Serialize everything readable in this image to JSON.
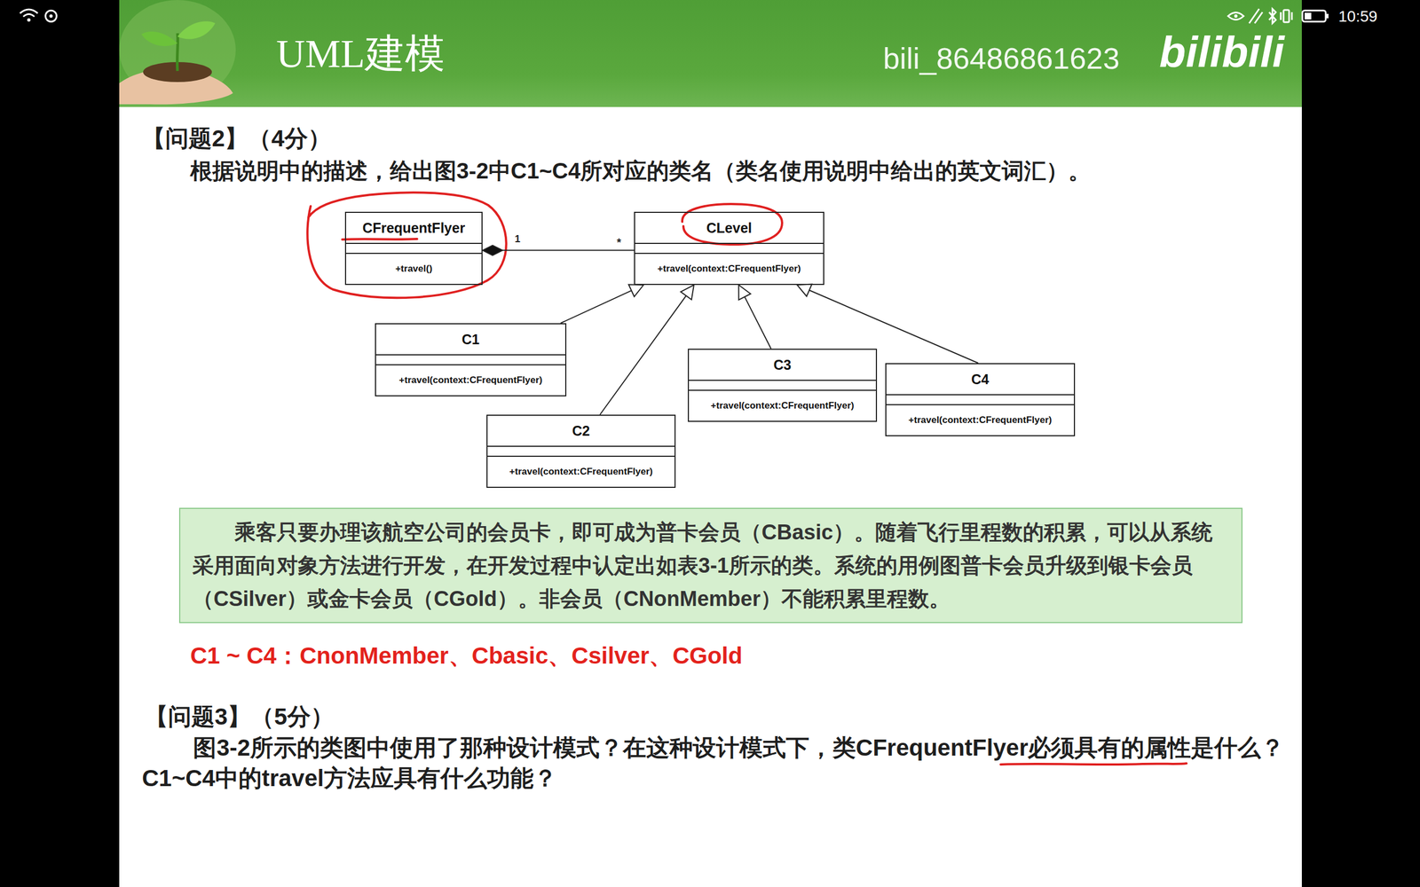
{
  "diagram": {
    "nodes": [
      {
        "text": [
          "UML建模"
        ]
      },
      {
        "text": [
          "CFrequentFlyer",
          "+travel()"
        ]
      },
      {
        "text": [
          "CLevel",
          "+travel(context:CFrequentFlyer)"
        ]
      },
      {
        "text": [
          "C1",
          "+travel(context:CFrequentFlyer)"
        ]
      },
      {
        "text": [
          "C2",
          "+travel(context:CFrequentFlyer)"
        ]
      },
      {
        "text": [
          "C3",
          "+travel(context:CFrequentFlyer)"
        ]
      },
      {
        "text": [
          "C4",
          "+travel(context:CFrequentFlyer)"
        ]
      },
      {
        "text": [
          "乘客只要办理该航空公司的会员卡，即可成为普卡会员（CBasic）。随着飞行里程数的积累，可以从系统采用面向对象方法进行开发，在开发过程中认定出如表3-1所示的类。系统的用例图普卡会员升级到银卡会员（CSilver）或金卡会员（CGold）。非会员（CNonMember）不能积累里程数。"
        ]
      }
    ],
    "edges": [
      {
        "from": 2,
        "to": 1,
        "arrow": "to"
      },
      {
        "from": 3,
        "to": 2,
        "arrow": "to"
      },
      {
        "from": 4,
        "to": 2,
        "arrow": "to"
      },
      {
        "from": 5,
        "to": 2,
        "arrow": "to"
      },
      {
        "from": 6,
        "to": 2,
        "arrow": "to"
      }
    ],
    "labels": [
      "10:59",
      "bili_86486861623",
      "bilibili",
      "【问题2】（4分）",
      "根据说明中的描述，给出图3-2中C1~C4所对应的类名（类名使用说明中给出的英文词汇）。",
      "1",
      "*",
      "C1 ~ C4：CnonMember、Cbasic、Csilver、CGold",
      "【问题3】（5分）",
      "图3-2所示的类图中使用了那种设计模式？在这种设计模式下，类CFrequentFlyer必须具有的属性是什么？C1~C4中的travel方法应具有什么功能？"
    ]
  }
}
